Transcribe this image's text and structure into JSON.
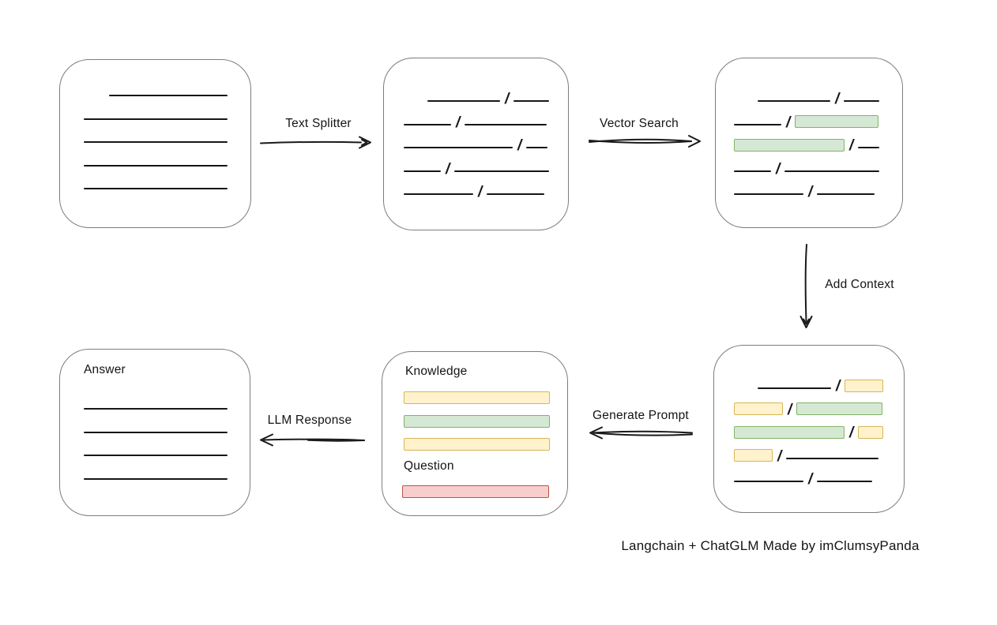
{
  "caption": "Langchain + ChatGLM Made by imClumsyPanda",
  "arrow_labels": {
    "text_splitter": "Text Splitter",
    "vector_search": "Vector Search",
    "add_context": "Add Context",
    "generate_prompt": "Generate Prompt",
    "llm_response": "LLM Response"
  },
  "colors": {
    "chunk_green_fill": "#d5e8d4",
    "chunk_green_stroke": "#82b366",
    "chunk_yellow_fill": "#fff2cc",
    "chunk_yellow_stroke": "#d6b656",
    "question_red_fill": "#f8cecc",
    "question_red_stroke": "#b85450",
    "box_stroke": "#7d7d7d",
    "ink": "#161616"
  },
  "boxes": {
    "source_document": {
      "rows": [
        {
          "indent": 32,
          "segs": [
            {
              "t": "line",
              "w": 150
            }
          ]
        },
        {
          "segs": [
            {
              "t": "line",
              "w": 182
            }
          ]
        },
        {
          "segs": [
            {
              "t": "line",
              "w": 182
            }
          ]
        },
        {
          "segs": [
            {
              "t": "line",
              "w": 182
            }
          ]
        },
        {
          "segs": [
            {
              "t": "line",
              "w": 182
            }
          ]
        }
      ]
    },
    "split_chunks": {
      "rows": [
        {
          "indent": 30,
          "segs": [
            {
              "t": "line",
              "w": 92
            },
            {
              "t": "slash"
            },
            {
              "t": "line",
              "w": 45
            }
          ]
        },
        {
          "segs": [
            {
              "t": "line",
              "w": 60
            },
            {
              "t": "slash"
            },
            {
              "t": "line",
              "w": 104
            }
          ]
        },
        {
          "segs": [
            {
              "t": "line",
              "w": 138
            },
            {
              "t": "slash"
            },
            {
              "t": "line",
              "w": 27
            }
          ]
        },
        {
          "segs": [
            {
              "t": "line",
              "w": 47
            },
            {
              "t": "slash"
            },
            {
              "t": "line",
              "w": 120
            }
          ]
        },
        {
          "segs": [
            {
              "t": "line",
              "w": 88
            },
            {
              "t": "slash"
            },
            {
              "t": "line",
              "w": 73
            }
          ]
        }
      ]
    },
    "matched_chunks": {
      "rows": [
        {
          "indent": 30,
          "segs": [
            {
              "t": "line",
              "w": 92
            },
            {
              "t": "slash"
            },
            {
              "t": "line",
              "w": 45
            }
          ]
        },
        {
          "segs": [
            {
              "t": "line",
              "w": 60
            },
            {
              "t": "slash"
            },
            {
              "t": "green",
              "w": 104
            }
          ]
        },
        {
          "segs": [
            {
              "t": "green",
              "w": 138
            },
            {
              "t": "slash"
            },
            {
              "t": "line",
              "w": 27
            }
          ]
        },
        {
          "segs": [
            {
              "t": "line",
              "w": 47
            },
            {
              "t": "slash"
            },
            {
              "t": "line",
              "w": 120
            }
          ]
        },
        {
          "segs": [
            {
              "t": "line",
              "w": 88
            },
            {
              "t": "slash"
            },
            {
              "t": "line",
              "w": 73
            }
          ]
        }
      ]
    },
    "context_chunks": {
      "rows": [
        {
          "indent": 30,
          "segs": [
            {
              "t": "line",
              "w": 93
            },
            {
              "t": "slash"
            },
            {
              "t": "yellow",
              "w": 47
            }
          ]
        },
        {
          "segs": [
            {
              "t": "yellow",
              "w": 60
            },
            {
              "t": "slash"
            },
            {
              "t": "green",
              "w": 107
            }
          ]
        },
        {
          "segs": [
            {
              "t": "green",
              "w": 138
            },
            {
              "t": "slash"
            },
            {
              "t": "yellow",
              "w": 30
            }
          ]
        },
        {
          "segs": [
            {
              "t": "yellow",
              "w": 47
            },
            {
              "t": "slash"
            },
            {
              "t": "line",
              "w": 117
            }
          ]
        },
        {
          "segs": [
            {
              "t": "line",
              "w": 88
            },
            {
              "t": "slash"
            },
            {
              "t": "line",
              "w": 70
            }
          ]
        }
      ]
    },
    "prompt": {
      "knowledge_label": "Knowledge",
      "question_label": "Question",
      "knowledge_bars": [
        {
          "segs": [
            {
              "t": "yellow",
              "w": 183
            }
          ]
        },
        {
          "segs": [
            {
              "t": "green",
              "w": 183
            }
          ]
        },
        {
          "segs": [
            {
              "t": "yellow",
              "w": 183
            }
          ]
        }
      ],
      "question_bars": [
        {
          "segs": [
            {
              "t": "red",
              "w": 184
            }
          ]
        }
      ]
    },
    "answer": {
      "label": "Answer",
      "rows": [
        {
          "segs": [
            {
              "t": "line",
              "w": 182
            }
          ]
        },
        {
          "segs": [
            {
              "t": "line",
              "w": 182
            }
          ]
        },
        {
          "segs": [
            {
              "t": "line",
              "w": 182
            }
          ]
        },
        {
          "segs": [
            {
              "t": "line",
              "w": 182
            }
          ]
        }
      ]
    }
  }
}
